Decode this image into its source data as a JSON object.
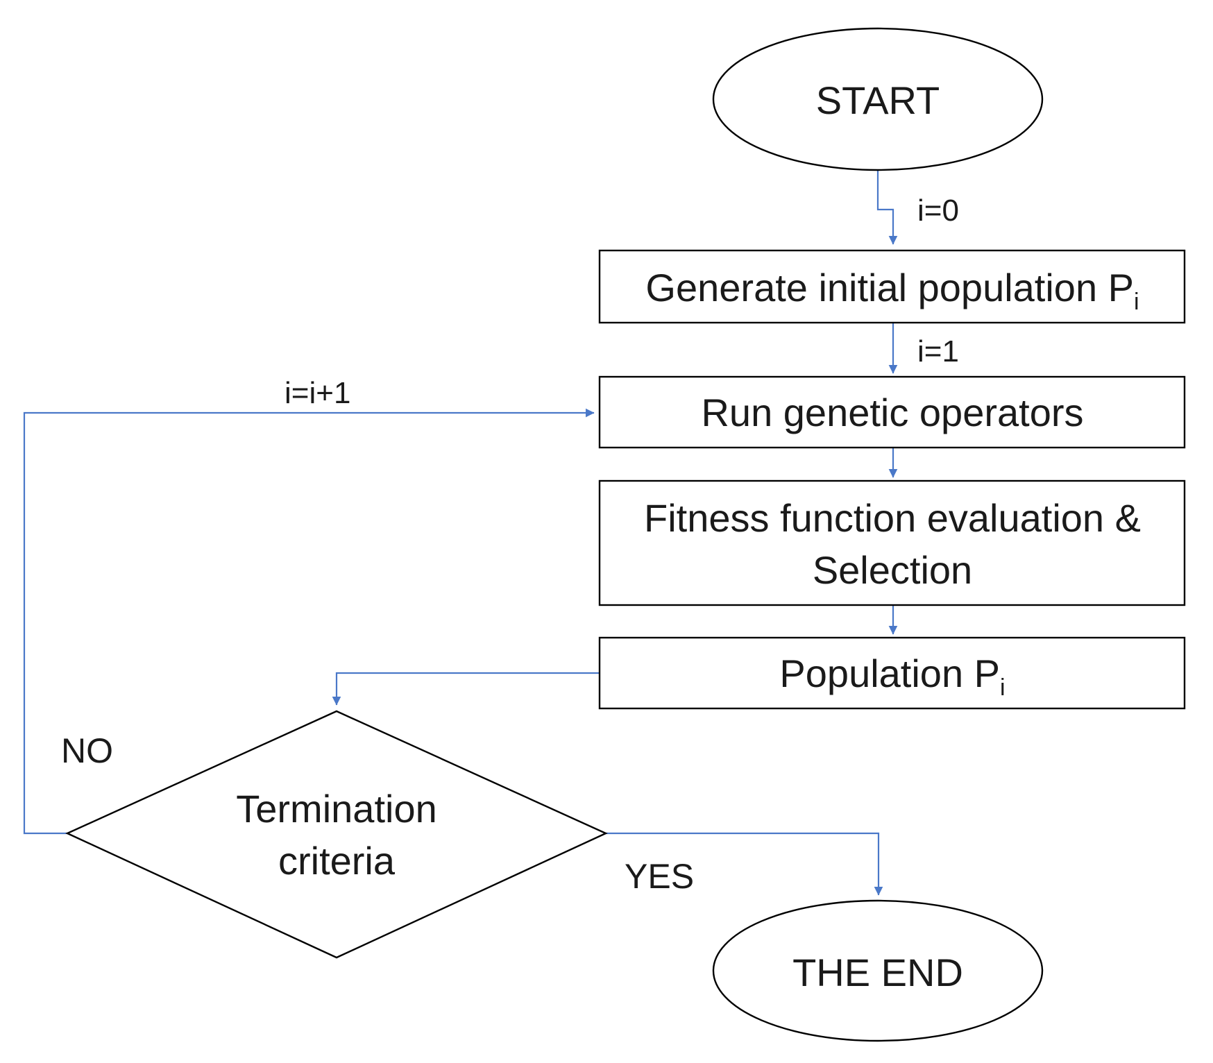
{
  "colors": {
    "connector": "#4a78c8",
    "outline": "#000000",
    "text": "#1a1a1a",
    "background": "#ffffff"
  },
  "nodes": {
    "start": {
      "label": "START"
    },
    "generate": {
      "label": "Generate initial population P",
      "subscript": "i"
    },
    "operators": {
      "label": "Run genetic operators"
    },
    "fitness": {
      "line1": "Fitness function evaluation &",
      "line2": "Selection"
    },
    "population": {
      "label": "Population P",
      "subscript": "i"
    },
    "termination": {
      "line1": "Termination",
      "line2": "criteria"
    },
    "end": {
      "label": "THE END"
    }
  },
  "edges": {
    "start_to_generate": {
      "label": "i=0"
    },
    "generate_to_operators": {
      "label": "i=1"
    },
    "loop_back": {
      "label": "i=i+1"
    },
    "no_branch": {
      "label": "NO"
    },
    "yes_branch": {
      "label": "YES"
    }
  }
}
